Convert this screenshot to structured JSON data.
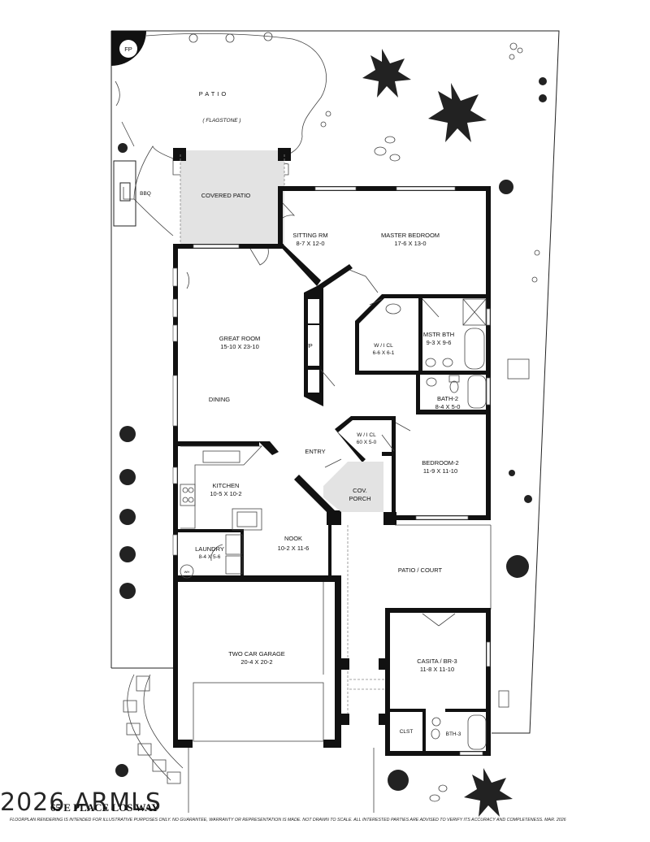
{
  "rooms": {
    "patio": {
      "name": "PATIO",
      "note": "( FLAGSTONE )"
    },
    "fireplace_outdoor": "FP",
    "bbq": "BBQ",
    "covered_patio": "COVERED PATIO",
    "sitting_rm": {
      "name": "SITTING RM",
      "dims": "8-7  X  12-0"
    },
    "master_bedroom": {
      "name": "MASTER BEDROOM",
      "dims": "17-6  X  13-0"
    },
    "great_room": {
      "name": "GREAT ROOM",
      "dims": "15-10  X  23-10"
    },
    "fireplace": "FP",
    "wic_master": {
      "name": "W / I  CL",
      "dims": "6-6 X 6-1"
    },
    "mstr_bth": {
      "name": "MSTR BTH",
      "dims": "9-3 X 9-6"
    },
    "dining": "DINING",
    "bath_2": {
      "name": "BATH-2",
      "dims": "8-4 X 5-0"
    },
    "wic_2": {
      "name": "W / I  CL",
      "dims": "60 X 5-0"
    },
    "entry": "ENTRY",
    "bedroom_2": {
      "name": "BEDROOM-2",
      "dims": "11-9  X  11-10"
    },
    "kitchen": {
      "name": "KITCHEN",
      "dims": "10-5  X  10-2"
    },
    "cov_porch": {
      "name": "COV.",
      "name2": "PORCH"
    },
    "laundry": {
      "name": "LAUNDRY",
      "dims": "8-4 X 5-6"
    },
    "nook": {
      "name": "NOOK",
      "dims": "10-2  X  11-6"
    },
    "patio_court": "PATIO / COURT",
    "wh": "WH",
    "two_car_garage": {
      "name": "TWO CAR GARAGE",
      "dims": "20-4  X  20-2"
    },
    "casita": {
      "name": "CASITA / BR-3",
      "dims": "11-8  X  11-10"
    },
    "clst": "CLST",
    "bth_3": "BTH-3"
  },
  "watermark": "2026 ARMLS",
  "street": "65 E PLACE LOS WAY",
  "disclaimer": "FLOORPLAN RENDERING IS INTENDED FOR ILLUSTRATIVE PURPOSES ONLY.  NO GUARANTEE, WARRANTY OR REPRESENTATION IS MADE.  NOT DRAWN TO SCALE.  ALL INTERESTED PARTIES ARE ADVISED TO VERIFY ITS ACCURACY AND COMPLETENESS.  MAR. 2026",
  "icons": [
    "fireplace-icon",
    "tree-icon",
    "shrub-icon",
    "bathtub-icon",
    "toilet-icon",
    "sink-icon",
    "stove-icon",
    "door-swing-icon"
  ]
}
